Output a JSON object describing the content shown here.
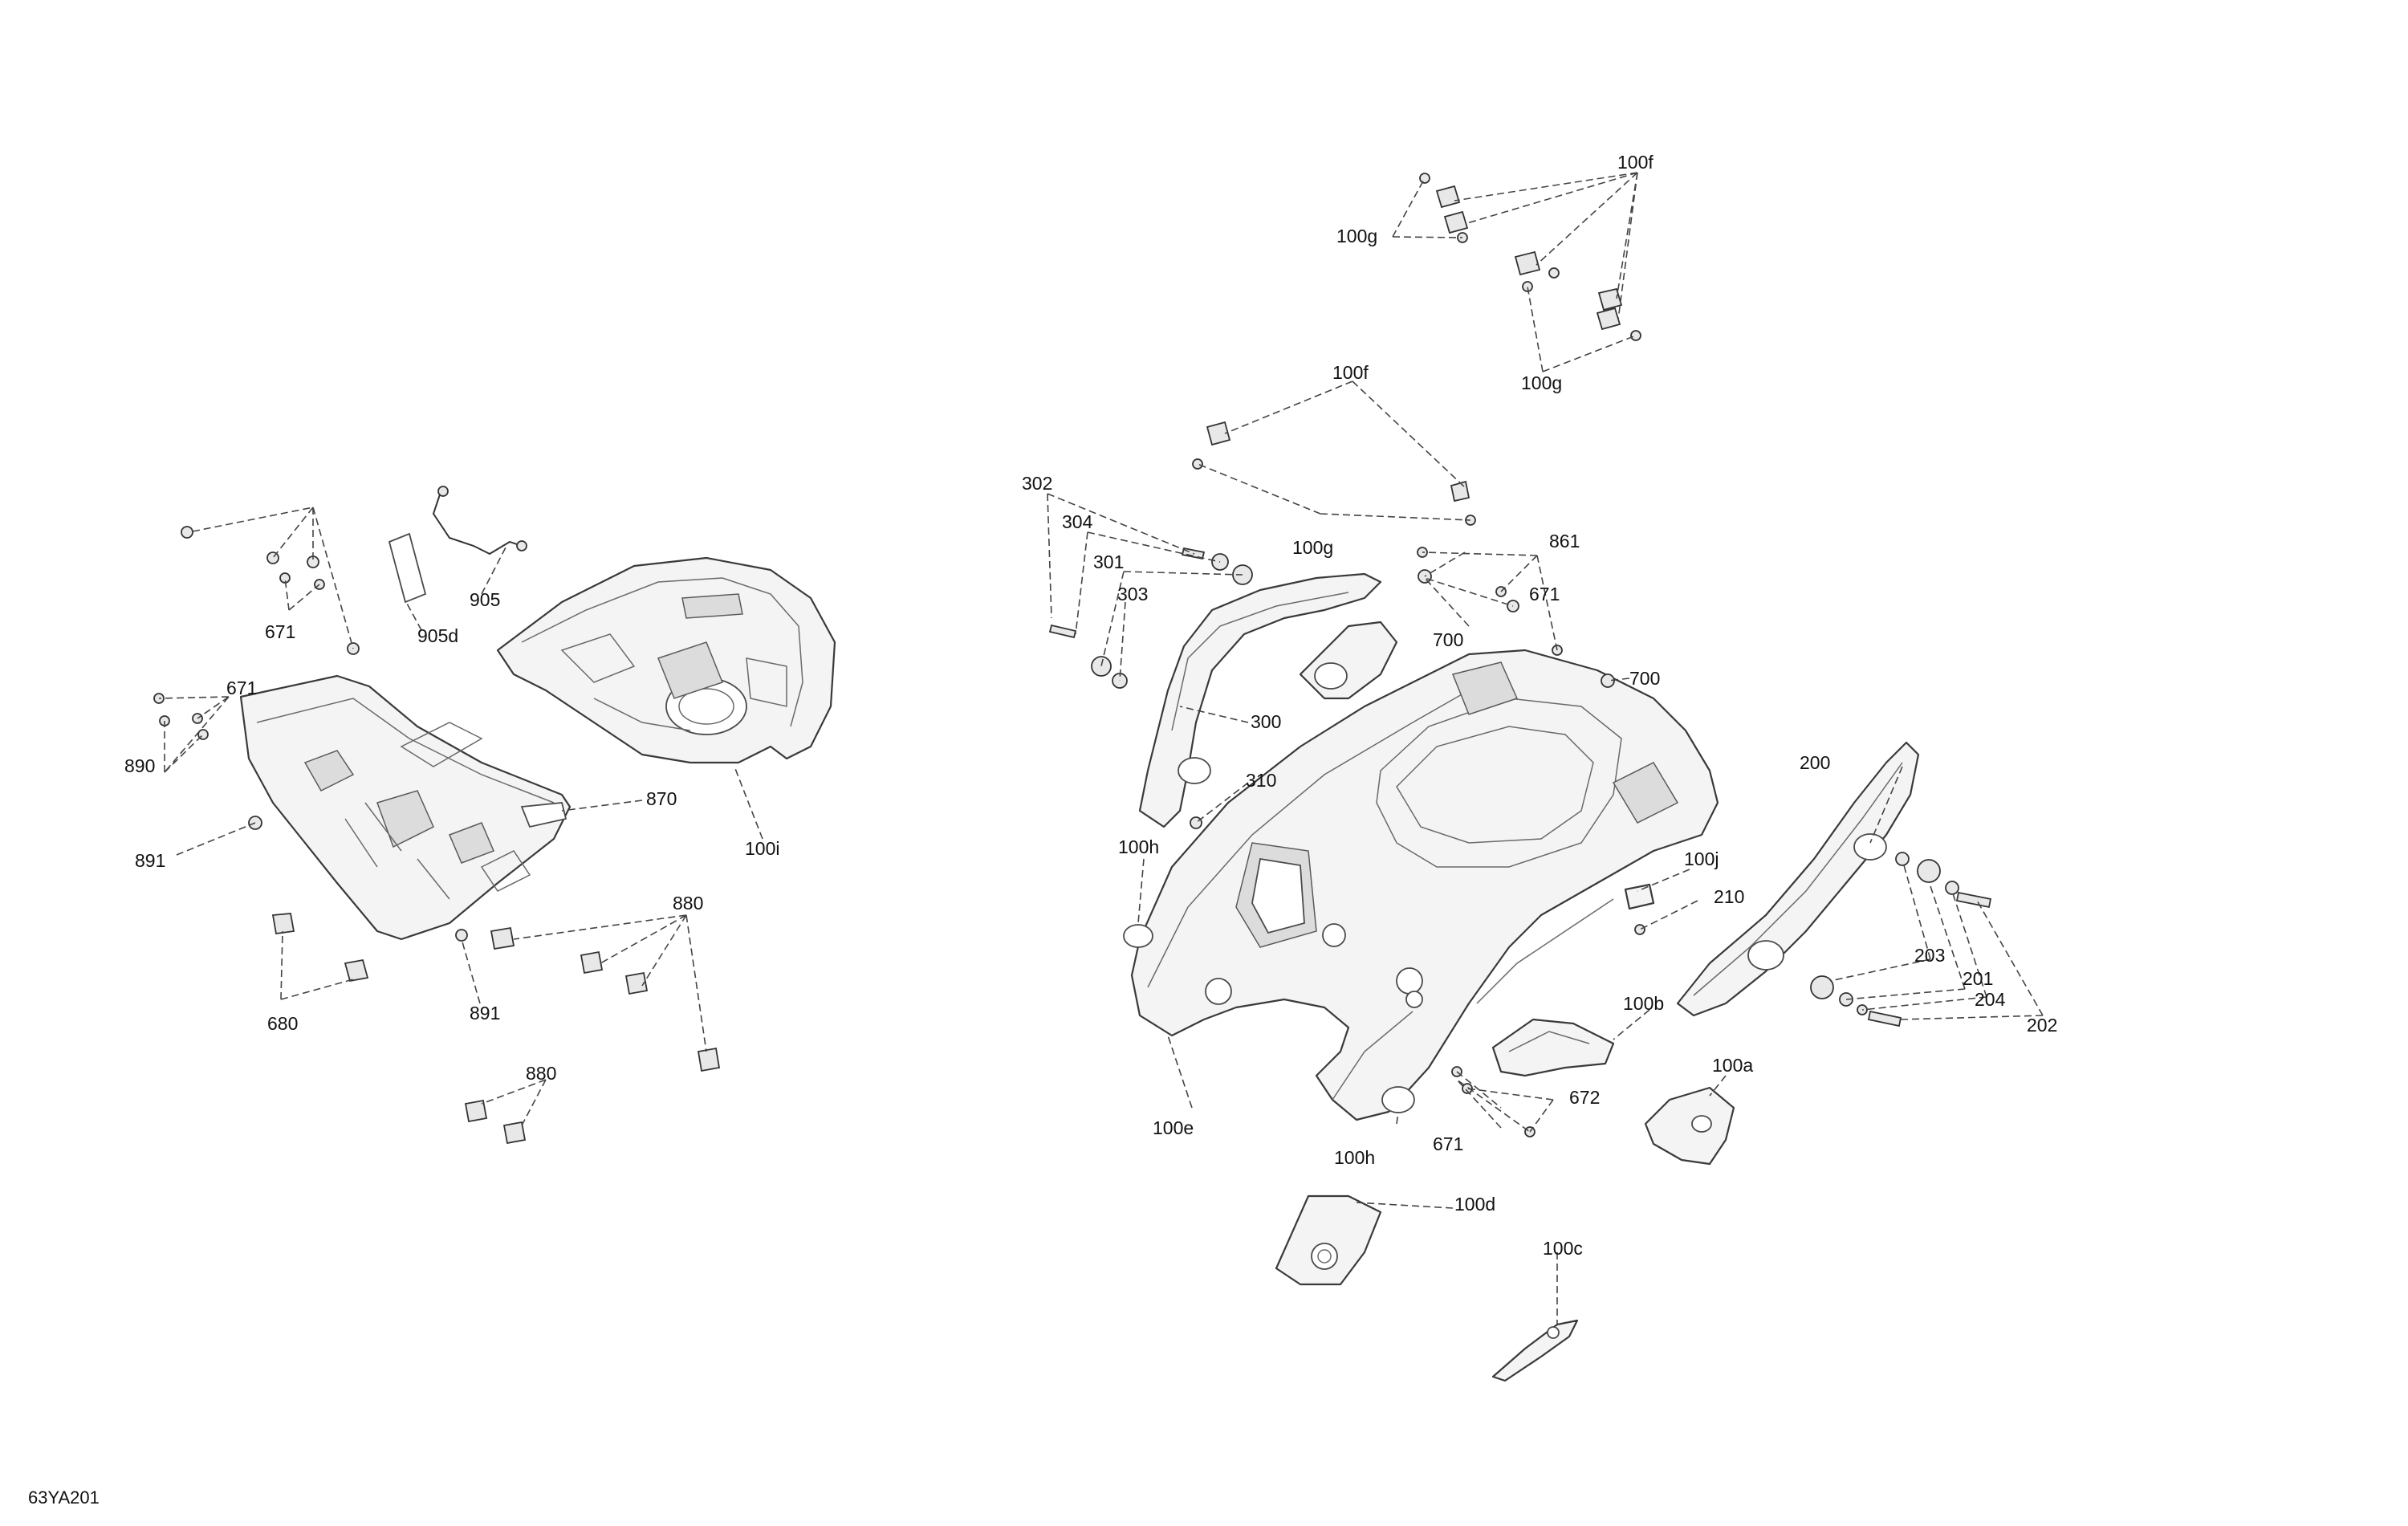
{
  "figure_ref": "63YA201",
  "callouts": {
    "c100f_a": "100f",
    "c100g_a": "100g",
    "c100g_b": "100g",
    "c100f_b": "100f",
    "c100g_c": "100g",
    "c302": "302",
    "c304": "304",
    "c301": "301",
    "c303": "303",
    "c861": "861",
    "c671_r": "671",
    "c700_a": "700",
    "c700_b": "700",
    "c300": "300",
    "c310": "310",
    "c100h_a": "100h",
    "c200": "200",
    "c100j": "100j",
    "c210": "210",
    "c203": "203",
    "c201": "201",
    "c204": "204",
    "c202": "202",
    "c100b": "100b",
    "c100a": "100a",
    "c672": "672",
    "c671_b": "671",
    "c100h_b": "100h",
    "c100e": "100e",
    "c100d": "100d",
    "c100c": "100c",
    "c671_l1": "671",
    "c905d": "905d",
    "c905": "905",
    "c671_l2": "671",
    "c890": "890",
    "c870": "870",
    "c100i": "100i",
    "c891_a": "891",
    "c880_a": "880",
    "c680": "680",
    "c891_b": "891",
    "c880_b": "880"
  }
}
